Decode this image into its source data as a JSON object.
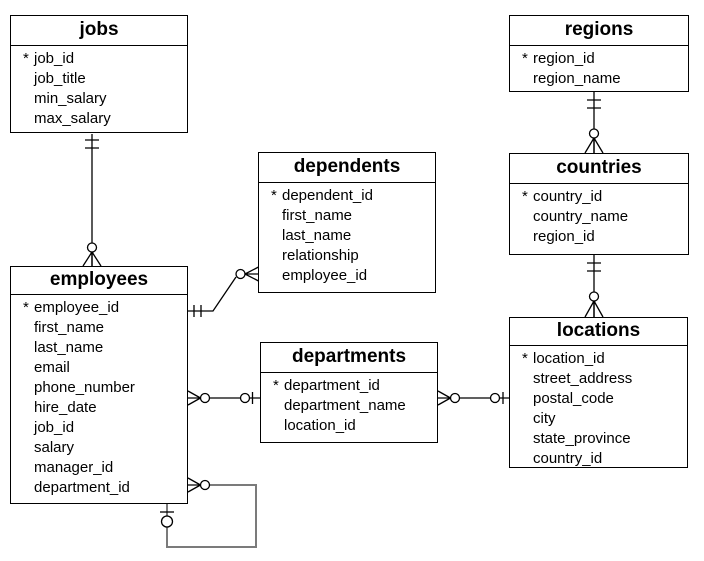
{
  "notation": {
    "pk_marker": "*",
    "one_mandatory": "double-bar",
    "zero_or_many": "circle-crows-foot",
    "zero_or_one": "circle-bar"
  },
  "tables": {
    "jobs": {
      "title": "jobs",
      "fields": [
        {
          "pk": "*",
          "name": "job_id"
        },
        {
          "pk": "",
          "name": "job_title"
        },
        {
          "pk": "",
          "name": "min_salary"
        },
        {
          "pk": "",
          "name": "max_salary"
        }
      ]
    },
    "regions": {
      "title": "regions",
      "fields": [
        {
          "pk": "*",
          "name": "region_id"
        },
        {
          "pk": "",
          "name": "region_name"
        }
      ]
    },
    "dependents": {
      "title": "dependents",
      "fields": [
        {
          "pk": "*",
          "name": "dependent_id"
        },
        {
          "pk": "",
          "name": "first_name"
        },
        {
          "pk": "",
          "name": "last_name"
        },
        {
          "pk": "",
          "name": "relationship"
        },
        {
          "pk": "",
          "name": "employee_id"
        }
      ]
    },
    "countries": {
      "title": "countries",
      "fields": [
        {
          "pk": "*",
          "name": "country_id"
        },
        {
          "pk": "",
          "name": "country_name"
        },
        {
          "pk": "",
          "name": "region_id"
        }
      ]
    },
    "employees": {
      "title": "employees",
      "fields": [
        {
          "pk": "*",
          "name": "employee_id"
        },
        {
          "pk": "",
          "name": "first_name"
        },
        {
          "pk": "",
          "name": "last_name"
        },
        {
          "pk": "",
          "name": "email"
        },
        {
          "pk": "",
          "name": "phone_number"
        },
        {
          "pk": "",
          "name": "hire_date"
        },
        {
          "pk": "",
          "name": "job_id"
        },
        {
          "pk": "",
          "name": "salary"
        },
        {
          "pk": "",
          "name": "manager_id"
        },
        {
          "pk": "",
          "name": "department_id"
        }
      ]
    },
    "departments": {
      "title": "departments",
      "fields": [
        {
          "pk": "*",
          "name": "department_id"
        },
        {
          "pk": "",
          "name": "department_name"
        },
        {
          "pk": "",
          "name": "location_id"
        }
      ]
    },
    "locations": {
      "title": "locations",
      "fields": [
        {
          "pk": "*",
          "name": "location_id"
        },
        {
          "pk": "",
          "name": "street_address"
        },
        {
          "pk": "",
          "name": "postal_code"
        },
        {
          "pk": "",
          "name": "city"
        },
        {
          "pk": "",
          "name": "state_province"
        },
        {
          "pk": "",
          "name": "country_id"
        }
      ]
    }
  },
  "relationships": [
    {
      "from": "jobs",
      "to": "employees",
      "from_end": "one-mandatory",
      "to_end": "zero-or-many"
    },
    {
      "from": "regions",
      "to": "countries",
      "from_end": "one-mandatory",
      "to_end": "zero-or-many"
    },
    {
      "from": "countries",
      "to": "locations",
      "from_end": "one-mandatory",
      "to_end": "zero-or-many"
    },
    {
      "from": "employees",
      "to": "dependents",
      "from_end": "one-mandatory",
      "to_end": "zero-or-many"
    },
    {
      "from": "departments",
      "to": "employees",
      "from_end": "zero-or-one",
      "to_end": "zero-or-many"
    },
    {
      "from": "locations",
      "to": "departments",
      "from_end": "zero-or-one",
      "to_end": "zero-or-many"
    },
    {
      "from": "employees",
      "to": "employees",
      "from_end": "zero-or-one",
      "to_end": "zero-or-many"
    }
  ]
}
